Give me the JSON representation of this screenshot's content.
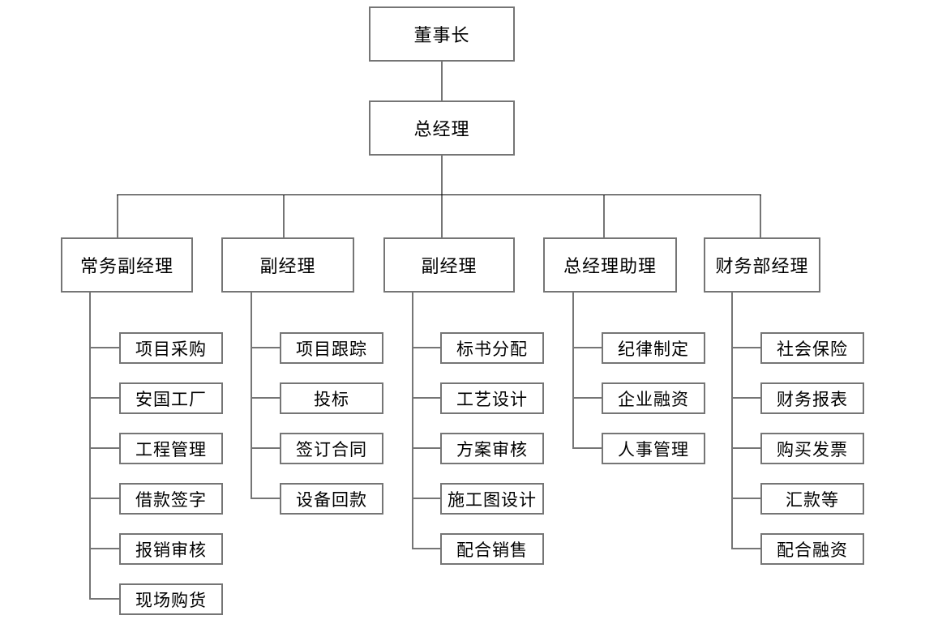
{
  "chart": {
    "type": "org-chart",
    "root": {
      "label": "董事长"
    },
    "gm": {
      "label": "总经理"
    },
    "branches": [
      {
        "label": "常务副经理",
        "items": [
          "项目采购",
          "安国工厂",
          "工程管理",
          "借款签字",
          "报销审核",
          "现场购货"
        ]
      },
      {
        "label": "副经理",
        "items": [
          "项目跟踪",
          "投标",
          "签订合同",
          "设备回款"
        ]
      },
      {
        "label": "副经理",
        "items": [
          "标书分配",
          "工艺设计",
          "方案审核",
          "施工图设计",
          "配合销售"
        ]
      },
      {
        "label": "总经理助理",
        "items": [
          "纪律制定",
          "企业融资",
          "人事管理"
        ]
      },
      {
        "label": "财务部经理",
        "items": [
          "社会保险",
          "财务报表",
          "购买发票",
          "汇款等",
          "配合融资"
        ]
      }
    ],
    "colors": {
      "background": "#ffffff",
      "box_border": "#757575",
      "connector": "#757575",
      "bus_line": "#000000",
      "text": "#000000"
    }
  }
}
